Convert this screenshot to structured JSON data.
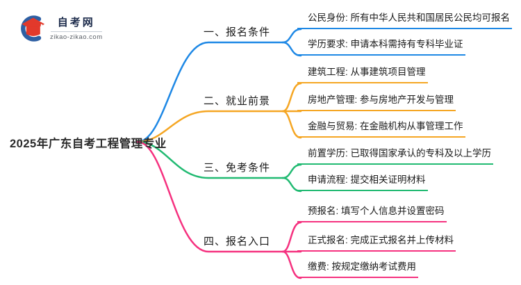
{
  "logo": {
    "title": "自考网",
    "domain": "zikao-zikao.com"
  },
  "root": {
    "label": "2025年广东自考工程管理专业"
  },
  "colors": {
    "blue": "#1E88E5",
    "orange": "#F5A623",
    "green": "#21BA72",
    "pink": "#F5317F",
    "logo_blue": "#2E5FA3",
    "logo_red": "#E2392B",
    "text": "#1a1a1a"
  },
  "branches": [
    {
      "label": "一、报名条件",
      "color": "#1E88E5",
      "leaves": [
        "公民身份: 所有中华人民共和国居民公民均可报名",
        "学历要求: 申请本科需持有专科毕业证"
      ]
    },
    {
      "label": "二、就业前景",
      "color": "#F5A623",
      "leaves": [
        "建筑工程: 从事建筑项目管理",
        "房地产管理: 参与房地产开发与管理",
        "金融与贸易: 在金融机构从事管理工作"
      ]
    },
    {
      "label": "三、免考条件",
      "color": "#21BA72",
      "leaves": [
        "前置学历: 已取得国家承认的专科及以上学历",
        "申请流程: 提交相关证明材料"
      ]
    },
    {
      "label": "四、报名入口",
      "color": "#F5317F",
      "leaves": [
        "预报名: 填写个人信息并设置密码",
        "正式报名: 完成正式报名并上传材料",
        "缴费: 按规定缴纳考试费用"
      ]
    }
  ]
}
